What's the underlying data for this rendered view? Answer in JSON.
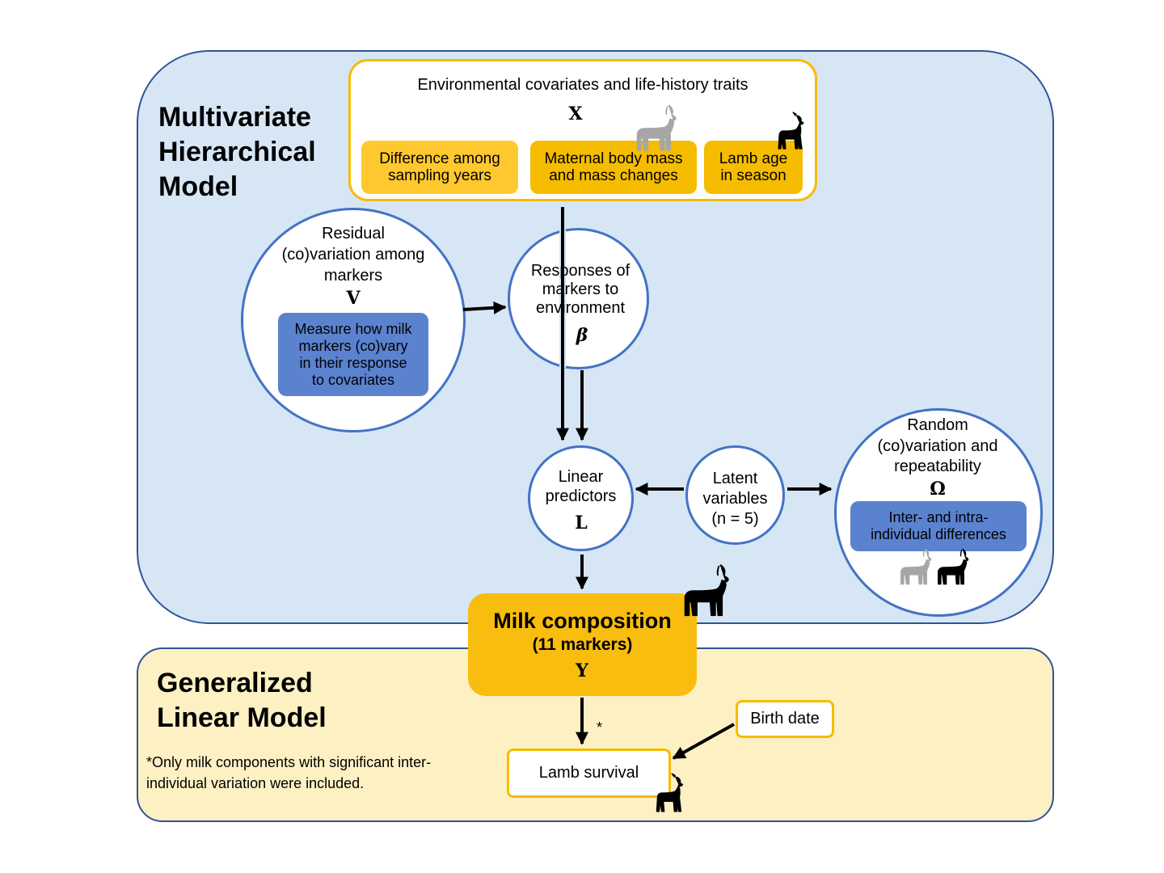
{
  "mhm": {
    "title_line1": "Multivariate",
    "title_line2": "Hierarchical",
    "title_line3": "Model"
  },
  "glm": {
    "title_line1": "Generalized",
    "title_line2": "Linear Model",
    "footnote_line1": "*Only milk components with significant inter-",
    "footnote_line2": "individual variation were included."
  },
  "env": {
    "title": "Environmental covariates and life-history traits",
    "symbol": "X",
    "box1_line1": "Difference among",
    "box1_line2": "sampling years",
    "box2_line1": "Maternal body mass",
    "box2_line2": "and mass changes",
    "box3_line1": "Lamb age",
    "box3_line2": "in season"
  },
  "residual": {
    "line1": "Residual",
    "line2": "(co)variation among",
    "line3": "markers",
    "symbol": "V",
    "box_line1": "Measure how milk",
    "box_line2": "markers (co)vary",
    "box_line3": "in their response",
    "box_line4": "to covariates"
  },
  "responses": {
    "line1": "Responses of",
    "line2": "markers to",
    "line3": "environment",
    "symbol": "β"
  },
  "linear": {
    "line1": "Linear",
    "line2": "predictors",
    "symbol": "L"
  },
  "latent": {
    "line1": "Latent",
    "line2": "variables",
    "line3": "(n = 5)"
  },
  "random": {
    "line1": "Random",
    "line2": "(co)variation and",
    "line3": "repeatability",
    "symbol": "Ω",
    "box_line1": "Inter- and intra-",
    "box_line2": "individual differences"
  },
  "milk": {
    "title": "Milk composition",
    "subtitle": "(11 markers)",
    "symbol": "Y"
  },
  "asterisk": "*",
  "lamb_survival": "Lamb survival",
  "birth_date": "Birth date",
  "colors": {
    "blue_panel": "#d6e6f5",
    "yellow_panel": "#fdf0c3",
    "accent_yellow": "#f5bc00",
    "circle_border": "#4472c4",
    "blue_box": "#5b82cf",
    "panel_border": "#2f5597"
  },
  "icons": [
    "goat-grey-icon",
    "lamb-icon",
    "goat-black-icon"
  ]
}
